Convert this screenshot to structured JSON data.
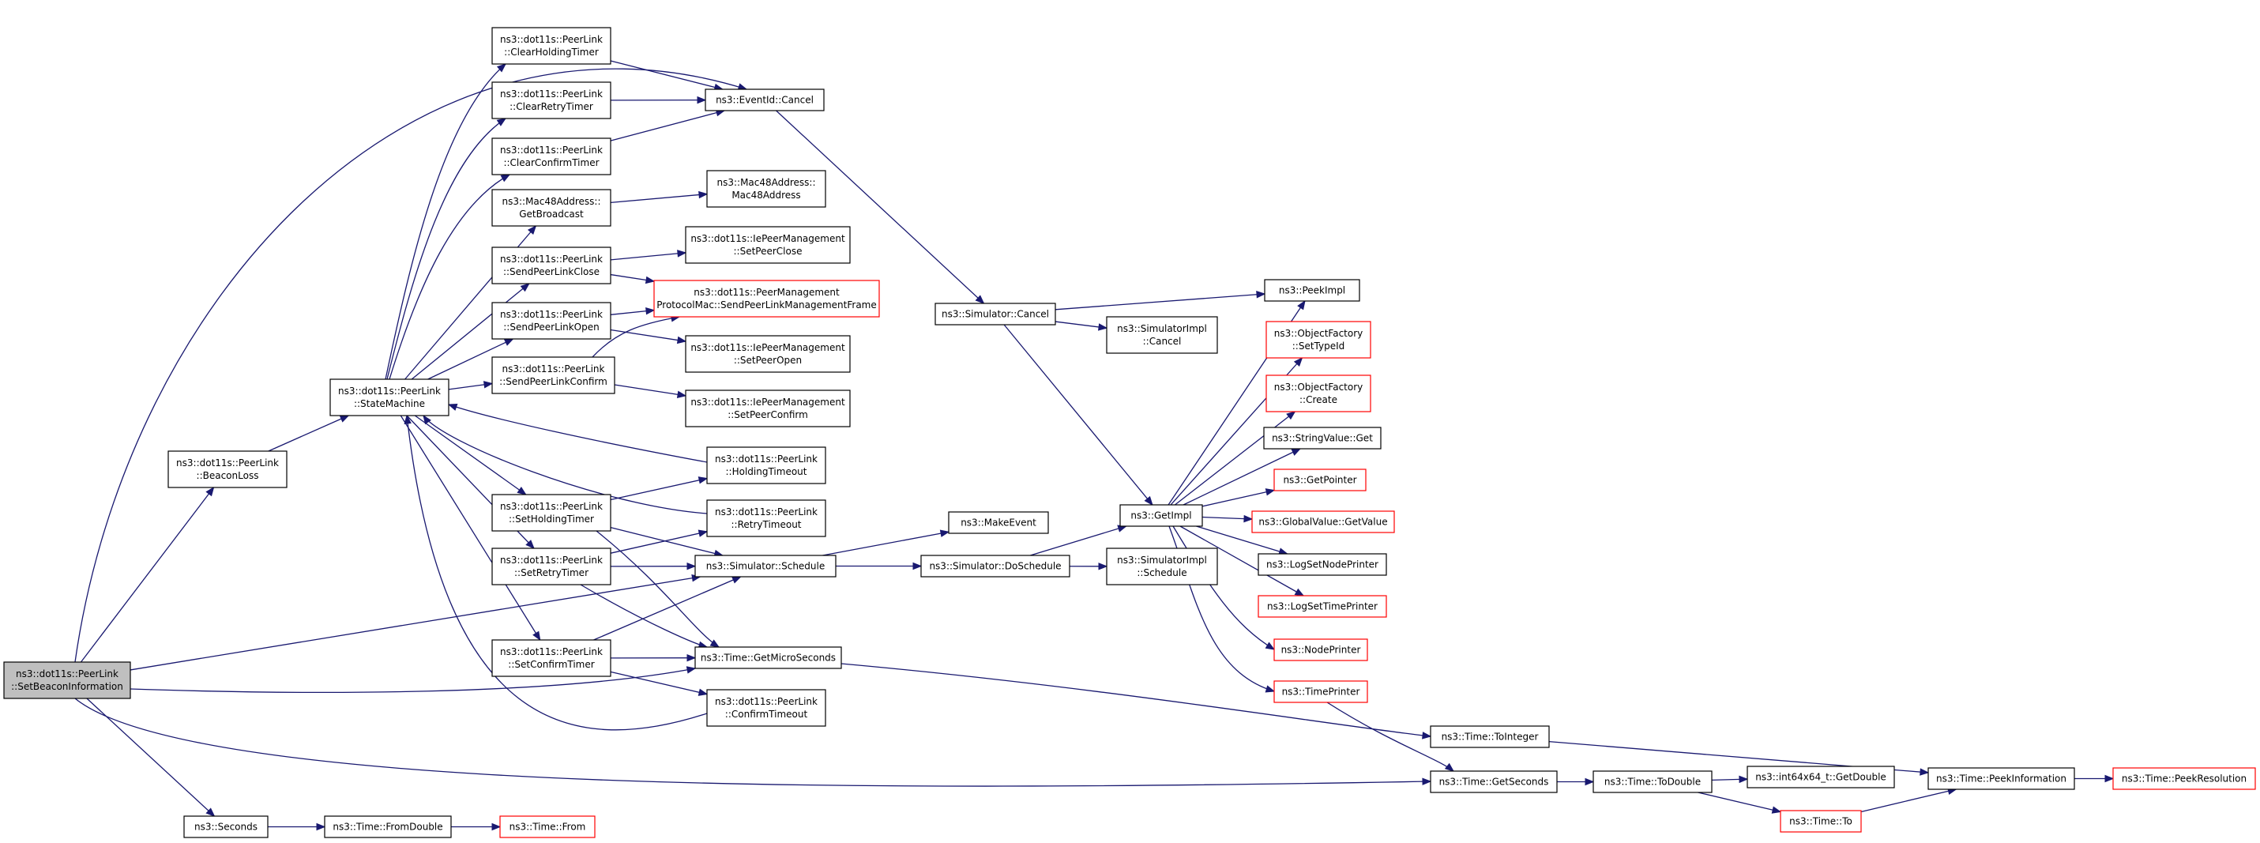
{
  "nodes": [
    {
      "id": "setbeacon",
      "lines": [
        "ns3::dot11s::PeerLink",
        "::SetBeaconInformation"
      ],
      "root": true
    },
    {
      "id": "beaconloss",
      "lines": [
        "ns3::dot11s::PeerLink",
        "::BeaconLoss"
      ]
    },
    {
      "id": "statemachine",
      "lines": [
        "ns3::dot11s::PeerLink",
        "::StateMachine"
      ]
    },
    {
      "id": "seconds",
      "lines": [
        "ns3::Seconds"
      ]
    },
    {
      "id": "clearholding",
      "lines": [
        "ns3::dot11s::PeerLink",
        "::ClearHoldingTimer"
      ]
    },
    {
      "id": "clearretry",
      "lines": [
        "ns3::dot11s::PeerLink",
        "::ClearRetryTimer"
      ]
    },
    {
      "id": "clearconfirm",
      "lines": [
        "ns3::dot11s::PeerLink",
        "::ClearConfirmTimer"
      ]
    },
    {
      "id": "getbroadcast",
      "lines": [
        "ns3::Mac48Address::",
        "GetBroadcast"
      ]
    },
    {
      "id": "sendclose",
      "lines": [
        "ns3::dot11s::PeerLink",
        "::SendPeerLinkClose"
      ]
    },
    {
      "id": "sendopen",
      "lines": [
        "ns3::dot11s::PeerLink",
        "::SendPeerLinkOpen"
      ]
    },
    {
      "id": "sendconfirm",
      "lines": [
        "ns3::dot11s::PeerLink",
        "::SendPeerLinkConfirm"
      ]
    },
    {
      "id": "setholding",
      "lines": [
        "ns3::dot11s::PeerLink",
        "::SetHoldingTimer"
      ]
    },
    {
      "id": "setretry",
      "lines": [
        "ns3::dot11s::PeerLink",
        "::SetRetryTimer"
      ]
    },
    {
      "id": "setconfirm",
      "lines": [
        "ns3::dot11s::PeerLink",
        "::SetConfirmTimer"
      ]
    },
    {
      "id": "fromdouble",
      "lines": [
        "ns3::Time::FromDouble"
      ]
    },
    {
      "id": "eventcancel",
      "lines": [
        "ns3::EventId::Cancel"
      ]
    },
    {
      "id": "mac48ctor",
      "lines": [
        "ns3::Mac48Address::",
        "Mac48Address"
      ]
    },
    {
      "id": "iesetpeerclose",
      "lines": [
        "ns3::dot11s::IePeerManagement",
        "::SetPeerClose"
      ]
    },
    {
      "id": "sendmgmtframe",
      "lines": [
        "ns3::dot11s::PeerManagement",
        "ProtocolMac::SendPeerLinkManagementFrame"
      ],
      "truncated": true
    },
    {
      "id": "iesetpeeropen",
      "lines": [
        "ns3::dot11s::IePeerManagement",
        "::SetPeerOpen"
      ]
    },
    {
      "id": "iesetpeerconfirm",
      "lines": [
        "ns3::dot11s::IePeerManagement",
        "::SetPeerConfirm"
      ]
    },
    {
      "id": "holdingtimeout",
      "lines": [
        "ns3::dot11s::PeerLink",
        "::HoldingTimeout"
      ]
    },
    {
      "id": "retrytimeout",
      "lines": [
        "ns3::dot11s::PeerLink",
        "::RetryTimeout"
      ]
    },
    {
      "id": "simschedule",
      "lines": [
        "ns3::Simulator::Schedule"
      ]
    },
    {
      "id": "getmicro",
      "lines": [
        "ns3::Time::GetMicroSeconds"
      ]
    },
    {
      "id": "confirmtimeout",
      "lines": [
        "ns3::dot11s::PeerLink",
        "::ConfirmTimeout"
      ]
    },
    {
      "id": "timefrom",
      "lines": [
        "ns3::Time::From"
      ],
      "truncated": true
    },
    {
      "id": "simcancel",
      "lines": [
        "ns3::Simulator::Cancel"
      ]
    },
    {
      "id": "makeevent",
      "lines": [
        "ns3::MakeEvent"
      ]
    },
    {
      "id": "doschedule",
      "lines": [
        "ns3::Simulator::DoSchedule"
      ]
    },
    {
      "id": "simimplcancel",
      "lines": [
        "ns3::SimulatorImpl",
        "::Cancel"
      ]
    },
    {
      "id": "getimpl",
      "lines": [
        "ns3::GetImpl"
      ]
    },
    {
      "id": "simimplschedule",
      "lines": [
        "ns3::SimulatorImpl",
        "::Schedule"
      ]
    },
    {
      "id": "peekimpl",
      "lines": [
        "ns3::PeekImpl"
      ]
    },
    {
      "id": "ofsettypeid",
      "lines": [
        "ns3::ObjectFactory",
        "::SetTypeId"
      ],
      "truncated": true
    },
    {
      "id": "ofcreate",
      "lines": [
        "ns3::ObjectFactory",
        "::Create"
      ],
      "truncated": true
    },
    {
      "id": "stringvalueget",
      "lines": [
        "ns3::StringValue::Get"
      ]
    },
    {
      "id": "getpointer",
      "lines": [
        "ns3::GetPointer"
      ],
      "truncated": true
    },
    {
      "id": "globalvalue",
      "lines": [
        "ns3::GlobalValue::GetValue"
      ],
      "truncated": true
    },
    {
      "id": "logsetnode",
      "lines": [
        "ns3::LogSetNodePrinter"
      ]
    },
    {
      "id": "logsettime",
      "lines": [
        "ns3::LogSetTimePrinter"
      ],
      "truncated": true
    },
    {
      "id": "nodeprinter",
      "lines": [
        "ns3::NodePrinter"
      ],
      "truncated": true
    },
    {
      "id": "timeprinter",
      "lines": [
        "ns3::TimePrinter"
      ],
      "truncated": true
    },
    {
      "id": "tointeger",
      "lines": [
        "ns3::Time::ToInteger"
      ]
    },
    {
      "id": "getseconds",
      "lines": [
        "ns3::Time::GetSeconds"
      ]
    },
    {
      "id": "todouble",
      "lines": [
        "ns3::Time::ToDouble"
      ]
    },
    {
      "id": "int64getdouble",
      "lines": [
        "ns3::int64x64_t::GetDouble"
      ]
    },
    {
      "id": "timeto",
      "lines": [
        "ns3::Time::To"
      ],
      "truncated": true
    },
    {
      "id": "peekinformation",
      "lines": [
        "ns3::Time::PeekInformation"
      ]
    },
    {
      "id": "peekresolution",
      "lines": [
        "ns3::Time::PeekResolution"
      ],
      "truncated": true
    }
  ],
  "edges": [
    [
      "setbeacon",
      "beaconloss"
    ],
    [
      "setbeacon",
      "eventcancel"
    ],
    [
      "setbeacon",
      "simschedule"
    ],
    [
      "setbeacon",
      "getmicro"
    ],
    [
      "setbeacon",
      "seconds"
    ],
    [
      "setbeacon",
      "getseconds"
    ],
    [
      "beaconloss",
      "statemachine"
    ],
    [
      "statemachine",
      "clearholding"
    ],
    [
      "statemachine",
      "clearretry"
    ],
    [
      "statemachine",
      "clearconfirm"
    ],
    [
      "statemachine",
      "getbroadcast"
    ],
    [
      "statemachine",
      "sendclose"
    ],
    [
      "statemachine",
      "sendopen"
    ],
    [
      "statemachine",
      "sendconfirm"
    ],
    [
      "statemachine",
      "setholding"
    ],
    [
      "statemachine",
      "setretry"
    ],
    [
      "statemachine",
      "setconfirm"
    ],
    [
      "clearholding",
      "eventcancel"
    ],
    [
      "clearretry",
      "eventcancel"
    ],
    [
      "clearconfirm",
      "eventcancel"
    ],
    [
      "getbroadcast",
      "mac48ctor"
    ],
    [
      "sendclose",
      "iesetpeerclose"
    ],
    [
      "sendclose",
      "sendmgmtframe"
    ],
    [
      "sendopen",
      "sendmgmtframe"
    ],
    [
      "sendopen",
      "iesetpeeropen"
    ],
    [
      "sendconfirm",
      "sendmgmtframe"
    ],
    [
      "sendconfirm",
      "iesetpeerconfirm"
    ],
    [
      "holdingtimeout",
      "statemachine"
    ],
    [
      "retrytimeout",
      "statemachine"
    ],
    [
      "confirmtimeout",
      "statemachine"
    ],
    [
      "setholding",
      "holdingtimeout"
    ],
    [
      "setholding",
      "simschedule"
    ],
    [
      "setholding",
      "getmicro"
    ],
    [
      "setretry",
      "retrytimeout"
    ],
    [
      "setretry",
      "simschedule"
    ],
    [
      "setretry",
      "getmicro"
    ],
    [
      "setconfirm",
      "simschedule"
    ],
    [
      "setconfirm",
      "getmicro"
    ],
    [
      "setconfirm",
      "confirmtimeout"
    ],
    [
      "seconds",
      "fromdouble"
    ],
    [
      "fromdouble",
      "timefrom"
    ],
    [
      "eventcancel",
      "simcancel"
    ],
    [
      "simcancel",
      "simimplcancel"
    ],
    [
      "simcancel",
      "getimpl"
    ],
    [
      "simcancel",
      "peekimpl"
    ],
    [
      "simschedule",
      "makeevent"
    ],
    [
      "simschedule",
      "doschedule"
    ],
    [
      "doschedule",
      "getimpl"
    ],
    [
      "doschedule",
      "simimplschedule"
    ],
    [
      "getimpl",
      "peekimpl"
    ],
    [
      "getimpl",
      "ofsettypeid"
    ],
    [
      "getimpl",
      "ofcreate"
    ],
    [
      "getimpl",
      "stringvalueget"
    ],
    [
      "getimpl",
      "getpointer"
    ],
    [
      "getimpl",
      "globalvalue"
    ],
    [
      "getimpl",
      "logsetnode"
    ],
    [
      "getimpl",
      "logsettime"
    ],
    [
      "getimpl",
      "nodeprinter"
    ],
    [
      "getimpl",
      "timeprinter"
    ],
    [
      "getmicro",
      "tointeger"
    ],
    [
      "timeprinter",
      "getseconds"
    ],
    [
      "getseconds",
      "todouble"
    ],
    [
      "todouble",
      "int64getdouble"
    ],
    [
      "todouble",
      "timeto"
    ],
    [
      "tointeger",
      "peekinformation"
    ],
    [
      "timeto",
      "peekinformation"
    ],
    [
      "peekinformation",
      "peekresolution"
    ]
  ],
  "colors": {
    "edge": "#191970",
    "node_border": "#000000",
    "truncated_border": "#ff0000",
    "root_fill": "#bfbfbf",
    "node_fill": "#ffffff"
  }
}
